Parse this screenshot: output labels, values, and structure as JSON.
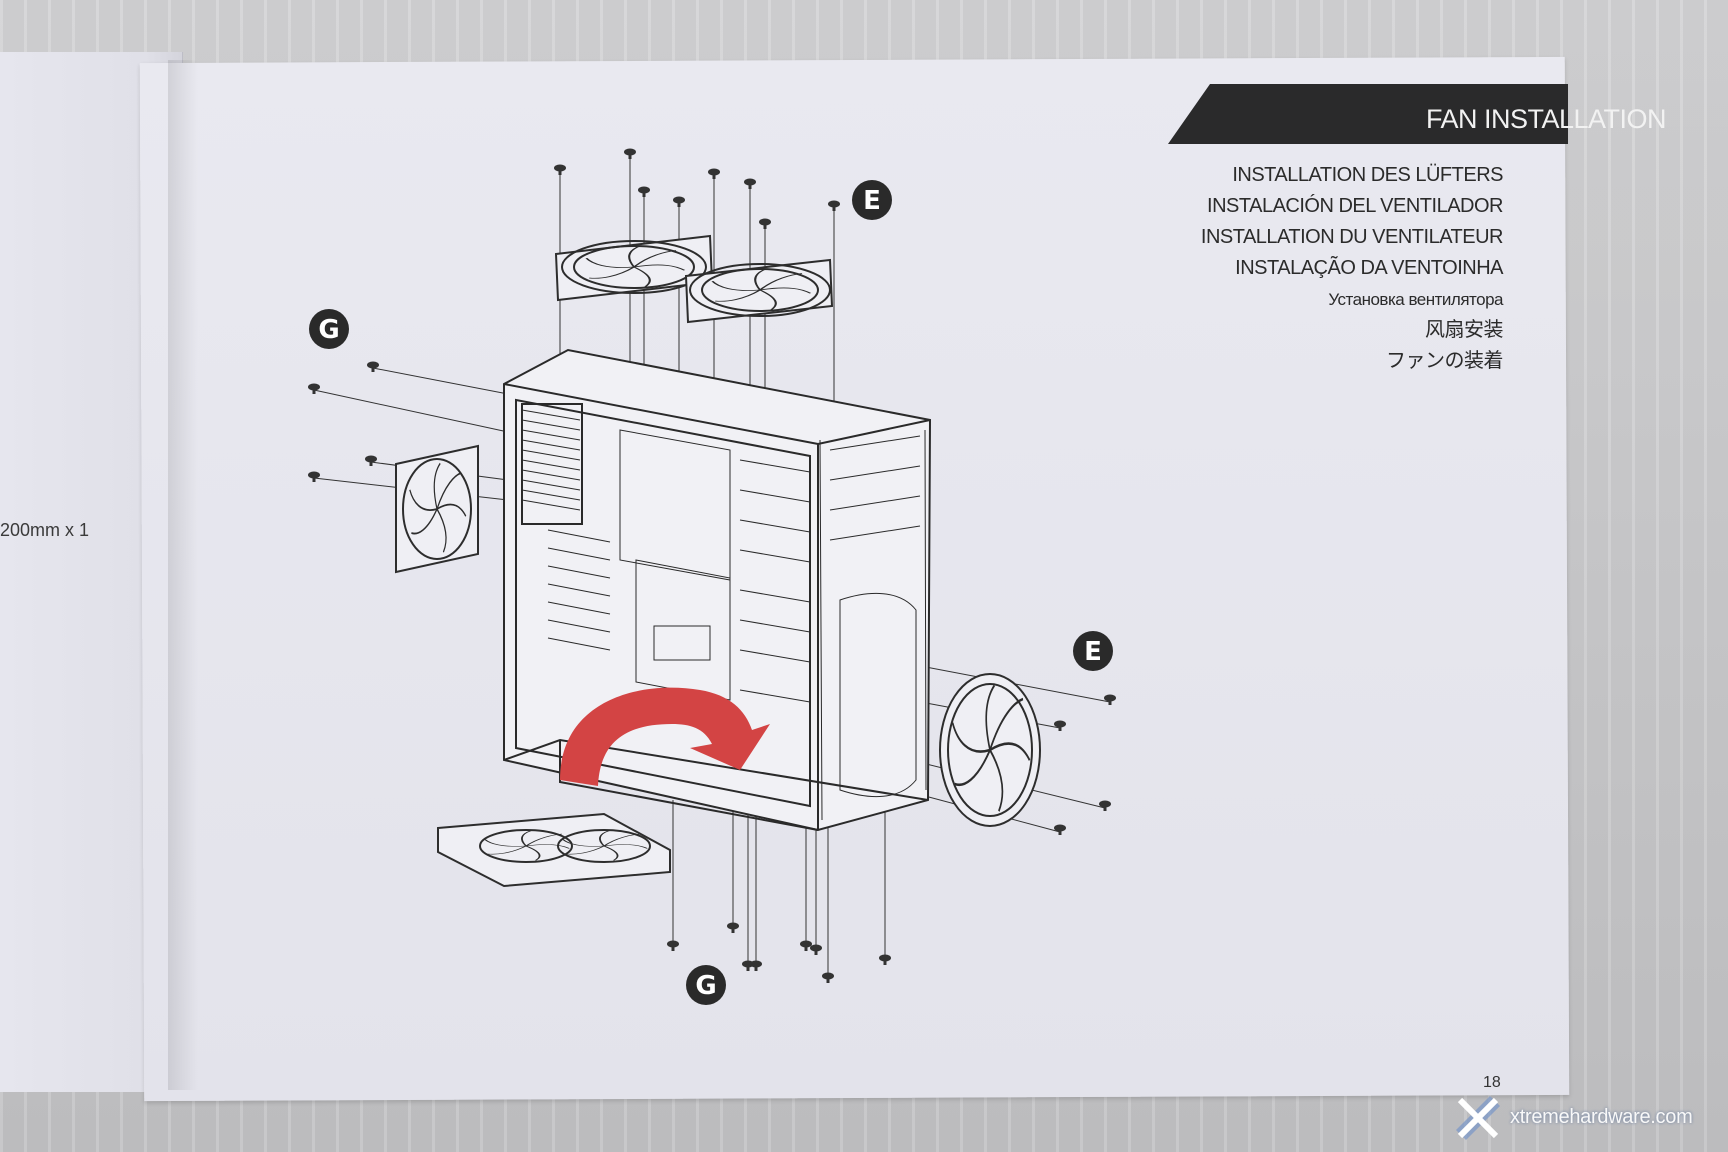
{
  "left_page": {
    "spec_text": "200mm x 1"
  },
  "header": {
    "title": "FAN INSTALLATION"
  },
  "translations": [
    "INSTALLATION DES LÜFTERS",
    "INSTALACIÓN DEL VENTILADOR",
    "INSTALLATION DU VENTILATEUR",
    "INSTALAÇÃO DA VENTOINHA",
    "Установка вентилятора",
    "风扇安装",
    "ファンの装着"
  ],
  "callouts": {
    "top_right": "E",
    "side_right": "E",
    "left": "G",
    "bottom": "G"
  },
  "page_number": "18",
  "watermark": {
    "text": "xtremehardware.com"
  },
  "colors": {
    "accent_arrow": "#d34444",
    "title_band": "#2a2a2b",
    "badge": "#2a2a2a"
  }
}
